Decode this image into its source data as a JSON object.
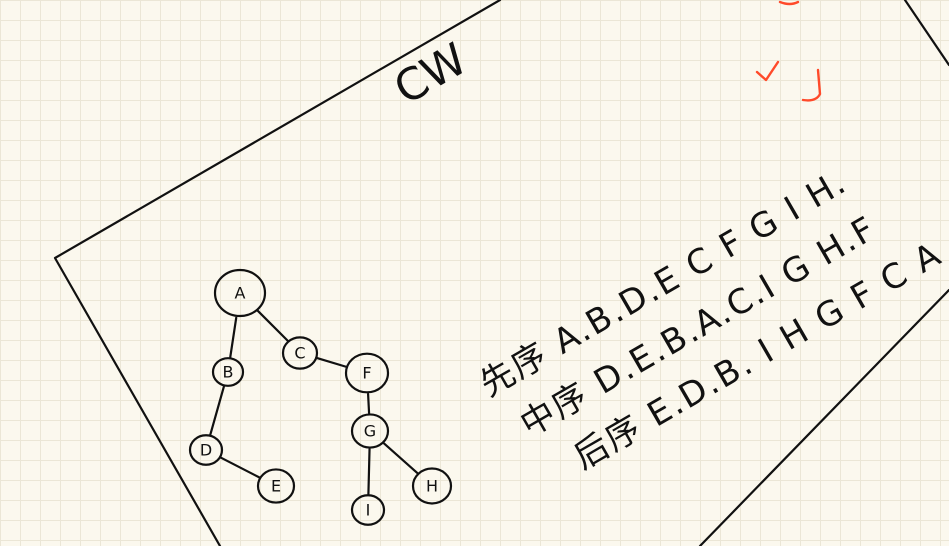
{
  "heading": "CW",
  "traversals": [
    {
      "label": "先序",
      "sequence": "A.B.D.E C F G I H."
    },
    {
      "label": "中序",
      "sequence": "D.E.B.A.C.I G H.F"
    },
    {
      "label": "后序",
      "sequence": "E.D.B. I H G F C A"
    }
  ],
  "tree": {
    "nodes": [
      {
        "id": "A",
        "label": "A"
      },
      {
        "id": "B",
        "label": "B"
      },
      {
        "id": "C",
        "label": "C"
      },
      {
        "id": "F",
        "label": "F"
      },
      {
        "id": "D",
        "label": "D"
      },
      {
        "id": "E",
        "label": "E"
      },
      {
        "id": "G",
        "label": "G"
      },
      {
        "id": "I",
        "label": "I"
      },
      {
        "id": "H",
        "label": "H"
      }
    ],
    "edges": [
      [
        "A",
        "B"
      ],
      [
        "A",
        "C"
      ],
      [
        "C",
        "F"
      ],
      [
        "B",
        "D"
      ],
      [
        "D",
        "E"
      ],
      [
        "F",
        "G"
      ],
      [
        "G",
        "I"
      ],
      [
        "G",
        "H"
      ]
    ]
  },
  "colors": {
    "ink": "#111111",
    "check": "#ff4a2a",
    "paper": "#fbf8ee",
    "grid": "#ebe6d6"
  }
}
